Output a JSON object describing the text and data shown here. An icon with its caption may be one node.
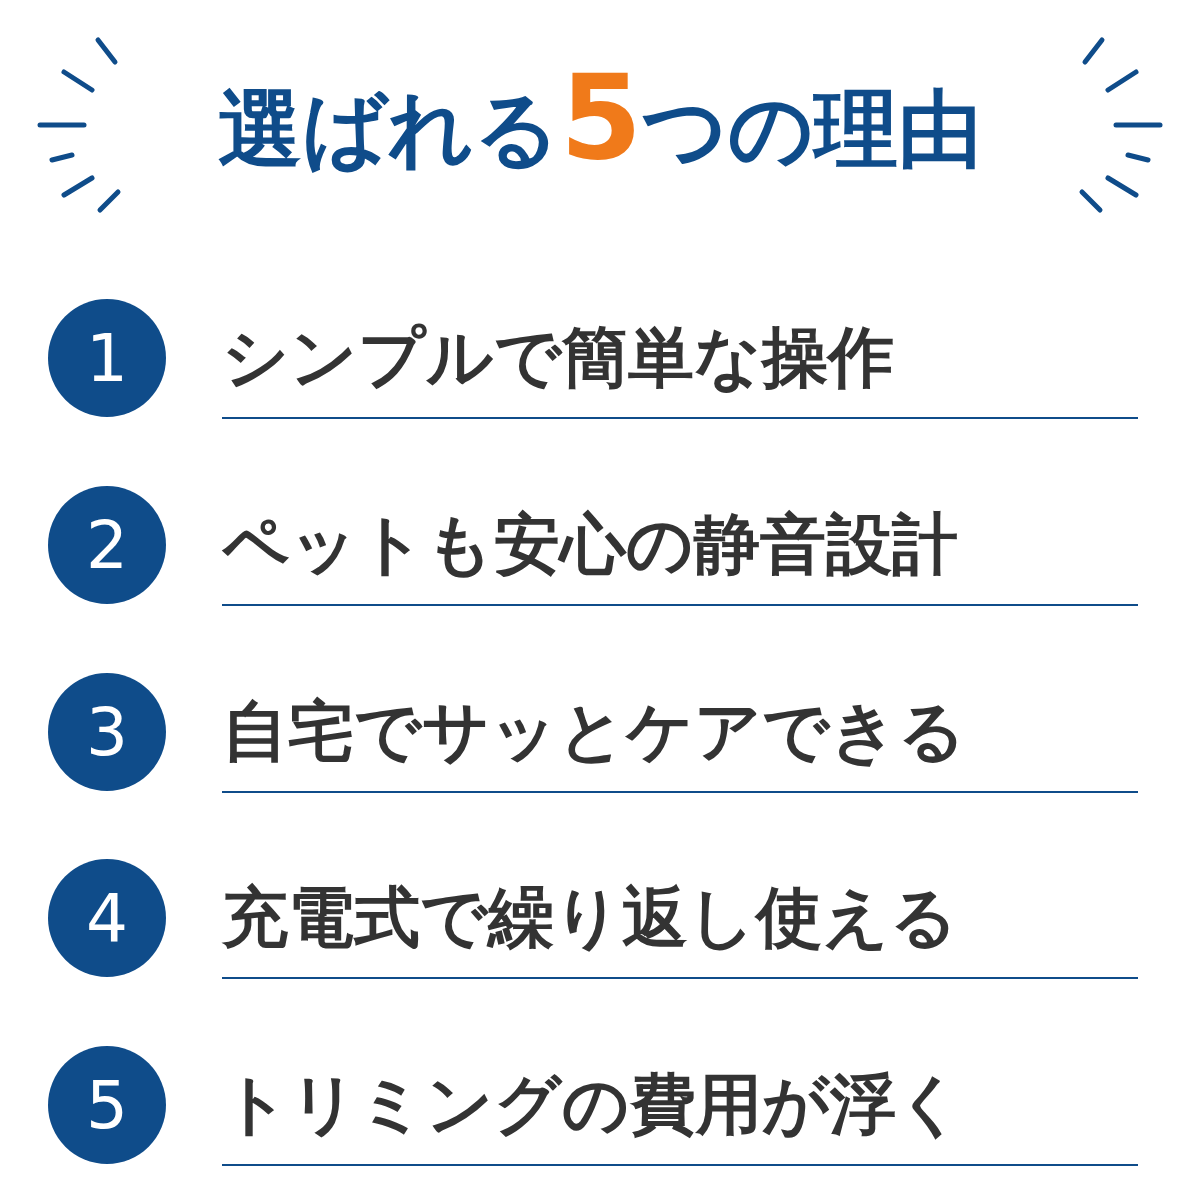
{
  "diagram": {
    "title": "選ばれる5つの理由",
    "nodes": [
      {
        "text": [
          "1"
        ],
        "beside": [
          "シンプルで簡単な操作"
        ]
      },
      {
        "text": [
          "2"
        ],
        "beside": [
          "ペットも安心の静音設計"
        ]
      },
      {
        "text": [
          "3"
        ],
        "beside": [
          "自宅でサッとケアできる"
        ]
      },
      {
        "text": [
          "4"
        ],
        "beside": [
          "充電式で繰り返し使える"
        ]
      },
      {
        "text": [
          "5"
        ],
        "beside": [
          "トリミングの費用が浮く"
        ]
      }
    ]
  }
}
